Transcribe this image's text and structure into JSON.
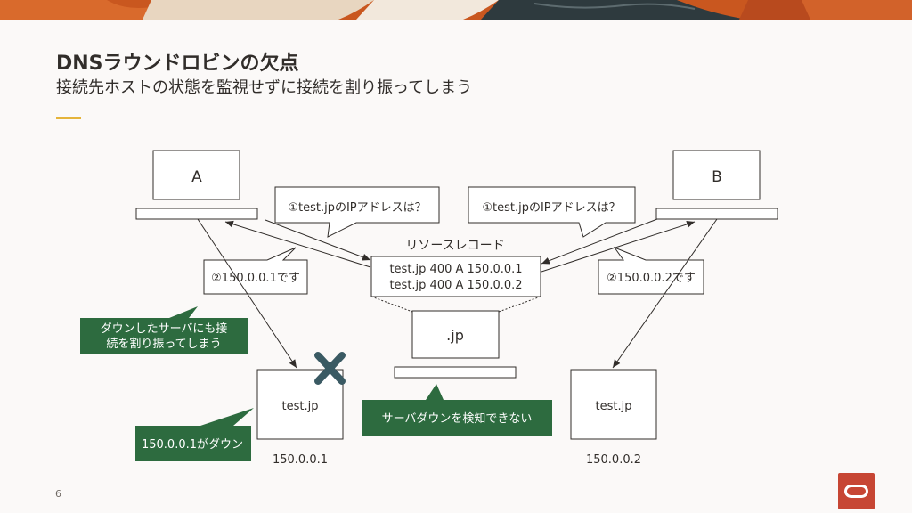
{
  "slide": {
    "title": "DNSラウンドロビンの欠点",
    "subtitle": "接続先ホストの状態を監視せずに接続を割り振ってしまう",
    "page_number": "6"
  },
  "diagram": {
    "client_a": "A",
    "client_b": "B",
    "query_a": "①test.jpのIPアドレスは？",
    "query_b": "①test.jpのIPアドレスは？",
    "resource_record_title": "リソースレコード",
    "record_lines": [
      "test.jp  400 A 150.0.0.1",
      "test.jp  400 A 150.0.0.2"
    ],
    "answer_a": "②150.0.0.1です",
    "answer_b": "②150.0.0.2です",
    "dns_server": ".jp",
    "server_1": "test.jp",
    "server_2": "test.jp",
    "server_1_ip": "150.0.0.1",
    "server_2_ip": "150.0.0.2",
    "note_down_server_lines": [
      "ダウンしたサーバにも接",
      "続を割り振ってしまう"
    ],
    "note_ip_down": "150.0.0.1がダウン",
    "note_cannot_detect": "サーバダウンを検知できない"
  },
  "colors": {
    "callout_green": "#2d6b3f",
    "down_mark": "#3a5a63",
    "accent_yellow": "#e5b43b",
    "oracle_red": "#c74634"
  },
  "icons": [
    "down-x-icon",
    "oracle-logo-icon"
  ]
}
